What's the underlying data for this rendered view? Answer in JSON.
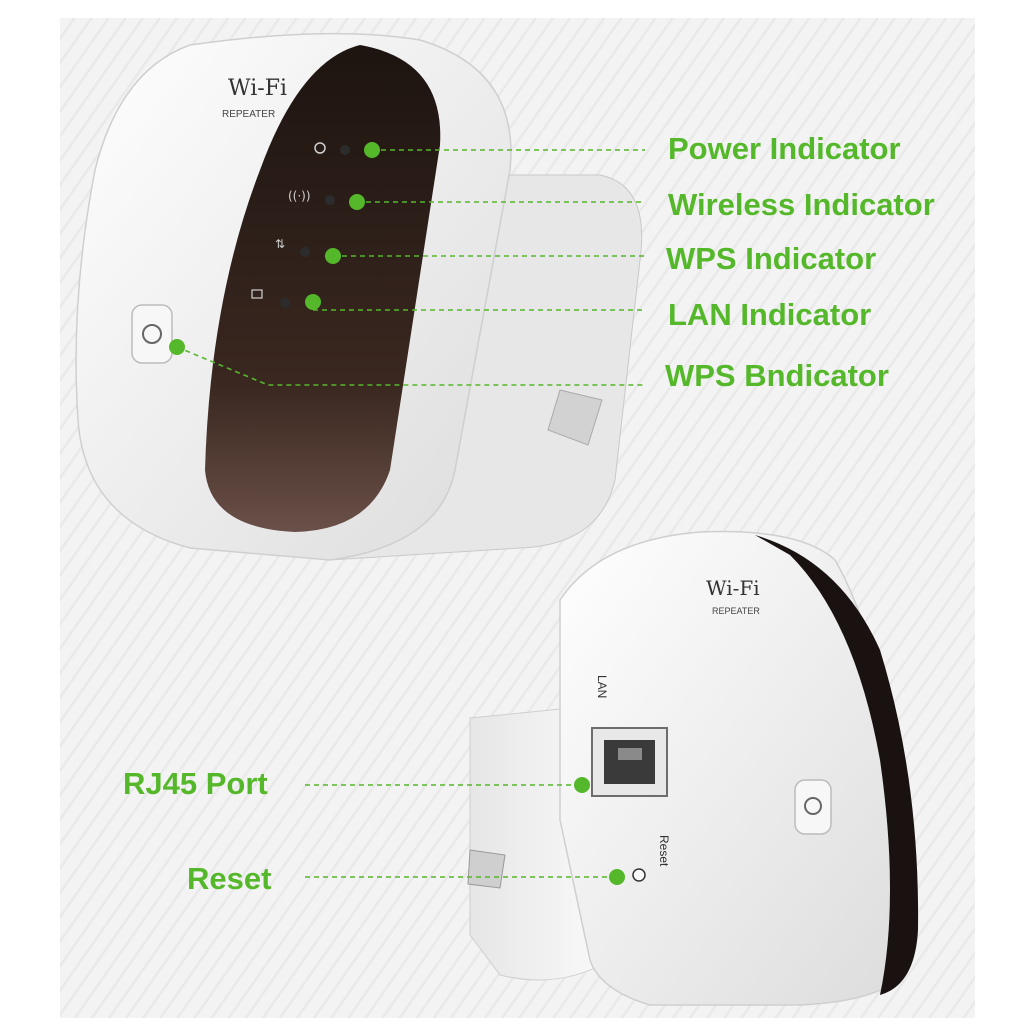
{
  "brand": {
    "logo_text": "Wi-Fi",
    "sub_text": "REPEATER"
  },
  "device_labels": {
    "lan_port": "LAN",
    "reset": "Reset"
  },
  "callouts": [
    {
      "key": "power",
      "label": "Power Indicator"
    },
    {
      "key": "wireless",
      "label": "Wireless Indicator"
    },
    {
      "key": "wps",
      "label": "WPS Indicator"
    },
    {
      "key": "lan",
      "label": "LAN Indicator"
    },
    {
      "key": "wps_btn",
      "label": "WPS Bndicator"
    },
    {
      "key": "rj45",
      "label": "RJ45 Port"
    },
    {
      "key": "reset",
      "label": "Reset"
    }
  ],
  "colors": {
    "accent": "#55b82a",
    "device_body": "#f4f4f4",
    "device_panel": "#2a1a14"
  }
}
